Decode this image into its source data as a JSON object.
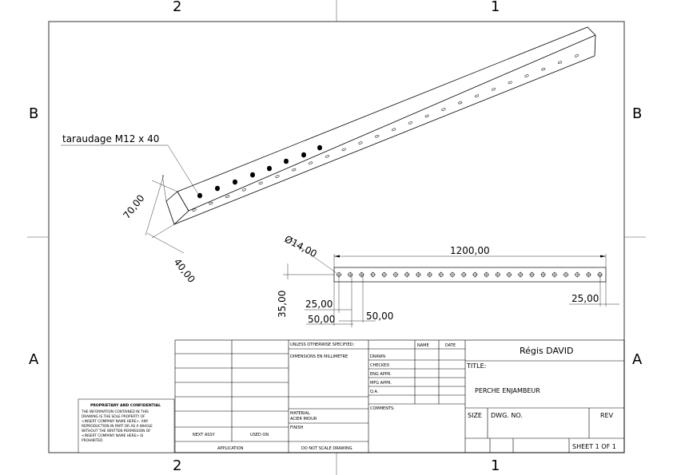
{
  "zones": {
    "top": [
      "2",
      "1"
    ],
    "bottom": [
      "2",
      "1"
    ],
    "left": [
      "B",
      "A"
    ],
    "right": [
      "B",
      "A"
    ]
  },
  "annotations": {
    "tapping_note": "taraudage M12 x 40",
    "iso_height": "70,00",
    "iso_width": "40,00",
    "hole_diameter": "Ø14,00",
    "length": "1200,00",
    "height": "35,00",
    "first_hole_offset": "25,00",
    "last_hole_offset": "25,00",
    "pitch_chain": "50,00",
    "pitch": "50,00"
  },
  "title_block": {
    "tolerance_header": "UNLESS OTHERWISE SPECIFIED:",
    "dimensions_unit": "DIMENSIONS EN MILLIMETRE",
    "col_name": "NAME",
    "col_date": "DATE",
    "rows": [
      "DRAWN",
      "CHECKED",
      "ENG APPR.",
      "MFG APPR.",
      "Q.A.",
      "COMMENTS:"
    ],
    "material_label": "MATERIAL",
    "material_value": "ACIER MIDUR",
    "finish_label": "FINISH",
    "next_assy": "NEXT ASSY",
    "used_on": "USED ON",
    "application": "APPLICATION",
    "do_not_scale": "DO NOT SCALE DRAWING",
    "company": "Régis DAVID",
    "title_label": "TITLE:",
    "title_value": "PERCHE ENJAMBEUR",
    "size_label": "SIZE",
    "dwg_no_label": "DWG.  NO.",
    "rev_label": "REV",
    "sheet": "SHEET 1 OF 1"
  },
  "proprietary": {
    "heading": "PROPRIETARY AND CONFIDENTIAL",
    "lines": [
      "THE INFORMATION CONTAINED IN THIS",
      "DRAWING IS THE SOLE PROPERTY OF",
      "<INSERT COMPANY NAME HERE>. ANY",
      "REPRODUCTION IN PART OR AS A WHOLE",
      "WITHOUT THE WRITTEN PERMISSION OF",
      "<INSERT COMPANY NAME HERE> IS",
      "PROHIBITED."
    ]
  }
}
